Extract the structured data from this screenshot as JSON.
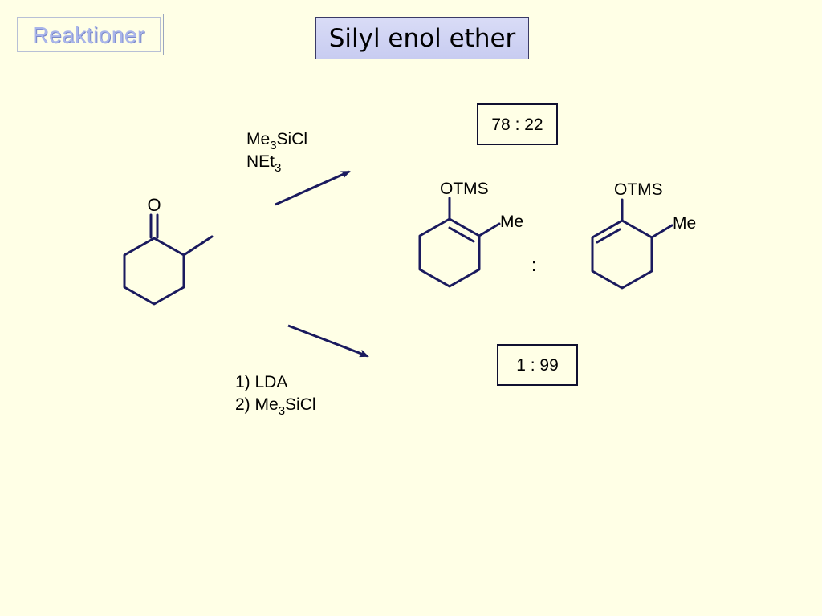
{
  "header": {
    "badge": "Reaktioner",
    "title": "Silyl enol ether"
  },
  "reaction": {
    "starting_material": {
      "atom_label": "O"
    },
    "upper_conditions": {
      "line1": {
        "base": "Me",
        "sub": "3",
        "suffix": "SiCl"
      },
      "line2": {
        "base": "NEt",
        "sub": "3",
        "suffix": ""
      }
    },
    "lower_conditions": {
      "line1": {
        "text": "1) LDA"
      },
      "line2": {
        "base": "2) Me",
        "sub": "3",
        "suffix": "SiCl"
      }
    },
    "products": {
      "left": {
        "group": "OTMS",
        "substituent": "Me"
      },
      "right": {
        "group": "OTMS",
        "substituent": "Me"
      },
      "separator": ":"
    },
    "ratios": {
      "upper": "78 : 22",
      "lower": "1 : 99"
    }
  },
  "colors": {
    "background": "#ffffe6",
    "bond": "#1a1a5e",
    "arrow": "#1a1a5e",
    "title_fill": "#ccd0f2",
    "badge_text": "#a9b5ea"
  }
}
